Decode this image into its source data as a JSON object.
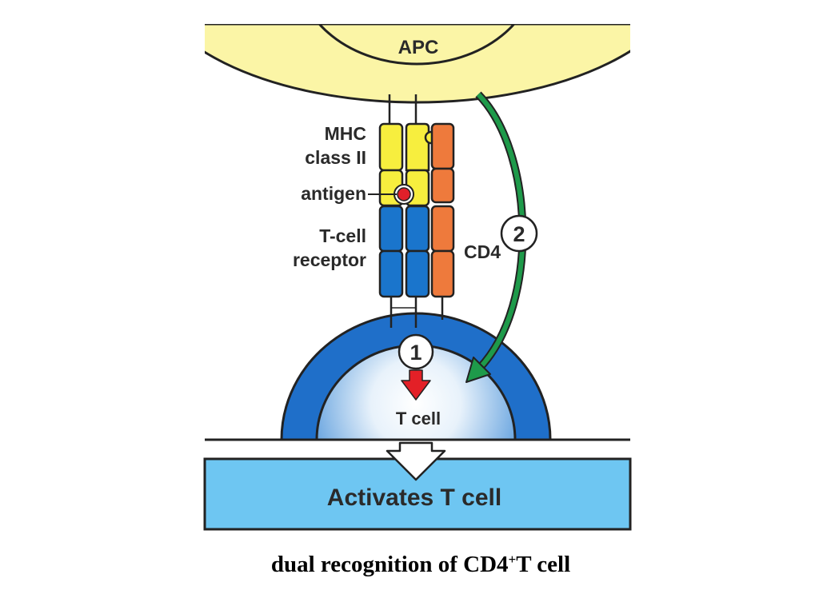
{
  "labels": {
    "apc": "APC",
    "mhc_line1": "MHC",
    "mhc_line2": "class II",
    "antigen": "antigen",
    "tcr_line1": "T-cell",
    "tcr_line2": "receptor",
    "cd4": "CD4",
    "step1": "1",
    "step2": "2",
    "tcell": "T cell",
    "activates": "Activates T cell"
  },
  "caption": {
    "before": "dual recognition of CD4",
    "superscript": "+",
    "after": "T cell"
  },
  "colors": {
    "apc_fill": "#fbf5a6",
    "mhc_yellow": "#f7ee3e",
    "tcr_blue": "#1a75cc",
    "cd4_orange": "#ee7a3c",
    "antigen_red": "#e0202a",
    "tcell_blue": "#1f6fc9",
    "arrow_green": "#1e9a4a",
    "arrow_red": "#e32027",
    "band_blue": "#6ec6f2"
  }
}
